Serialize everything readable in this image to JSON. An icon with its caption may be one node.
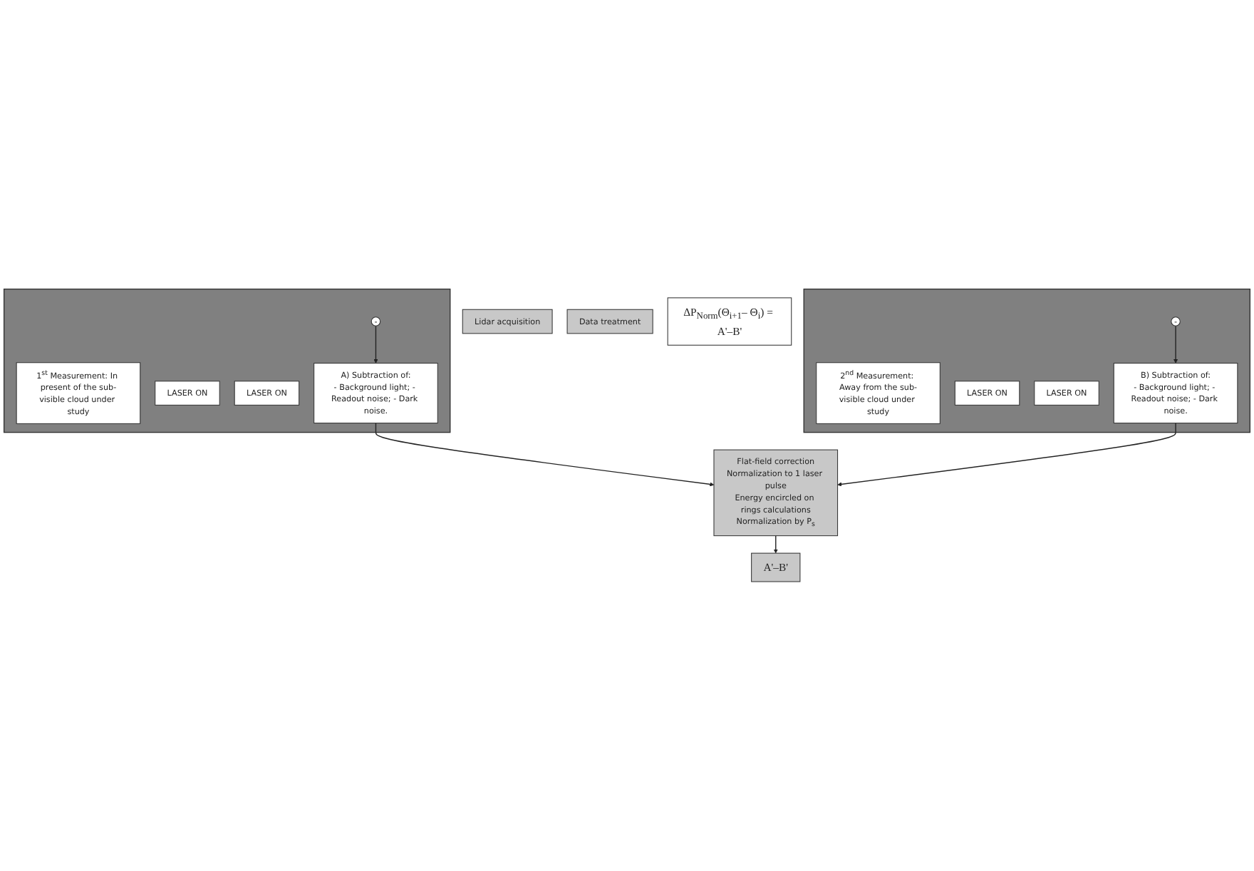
{
  "diagram": {
    "nodes": [
      {
        "text": [
          "Lidar acquisition"
        ]
      },
      {
        "text": [],
        "shape": "box"
      },
      {
        "text": [
          "1$^{st}$ Measurement: In present of the sub-visible cloud under study"
        ],
        "in": 1
      },
      {
        "text": [
          "LASER ON"
        ],
        "in": 1
      },
      {
        "text": [
          "-"
        ],
        "in": 1
      },
      {
        "text": [
          "LASER ON"
        ],
        "in": 1
      },
      {
        "text": [
          "A) Subtraction of:",
          "- Background light; - Readout noise; - Dark noise."
        ],
        "in": 1
      },
      {
        "text": [],
        "shape": "box"
      },
      {
        "text": [
          "2$^{nd}$ Measurement: Away from the sub-visible cloud under study"
        ],
        "in": 7
      },
      {
        "text": [
          "LASER ON"
        ],
        "in": 7
      },
      {
        "text": [
          "-"
        ],
        "in": 7
      },
      {
        "text": [
          "LASER ON"
        ],
        "in": 7
      },
      {
        "text": [
          "B) Subtraction of:",
          "- Background light; - Readout noise; - Dark noise."
        ],
        "in": 7
      },
      {
        "text": [
          "Data treatment"
        ]
      },
      {
        "text": [
          "Flat-field correction",
          "Normalization to 1 laser pulse",
          "Energy encircled on rings calculations",
          "Normalization by P$_{s}$"
        ]
      },
      {
        "text": [
          "A'–B'"
        ]
      },
      {
        "text": [
          "ΔP$_{Norm}$(Θ$_{i+1}$– Θ$_{i}$) = A'–B'"
        ]
      }
    ],
    "edges": [
      {
        "from": 4,
        "to": 6,
        "arrow": "to"
      },
      {
        "from": 10,
        "to": 12,
        "arrow": "to"
      },
      {
        "from": 6,
        "to": 14,
        "arrow": "to"
      },
      {
        "from": 12,
        "to": 14,
        "arrow": "to"
      },
      {
        "from": 14,
        "to": 15,
        "arrow": "to"
      }
    ]
  }
}
